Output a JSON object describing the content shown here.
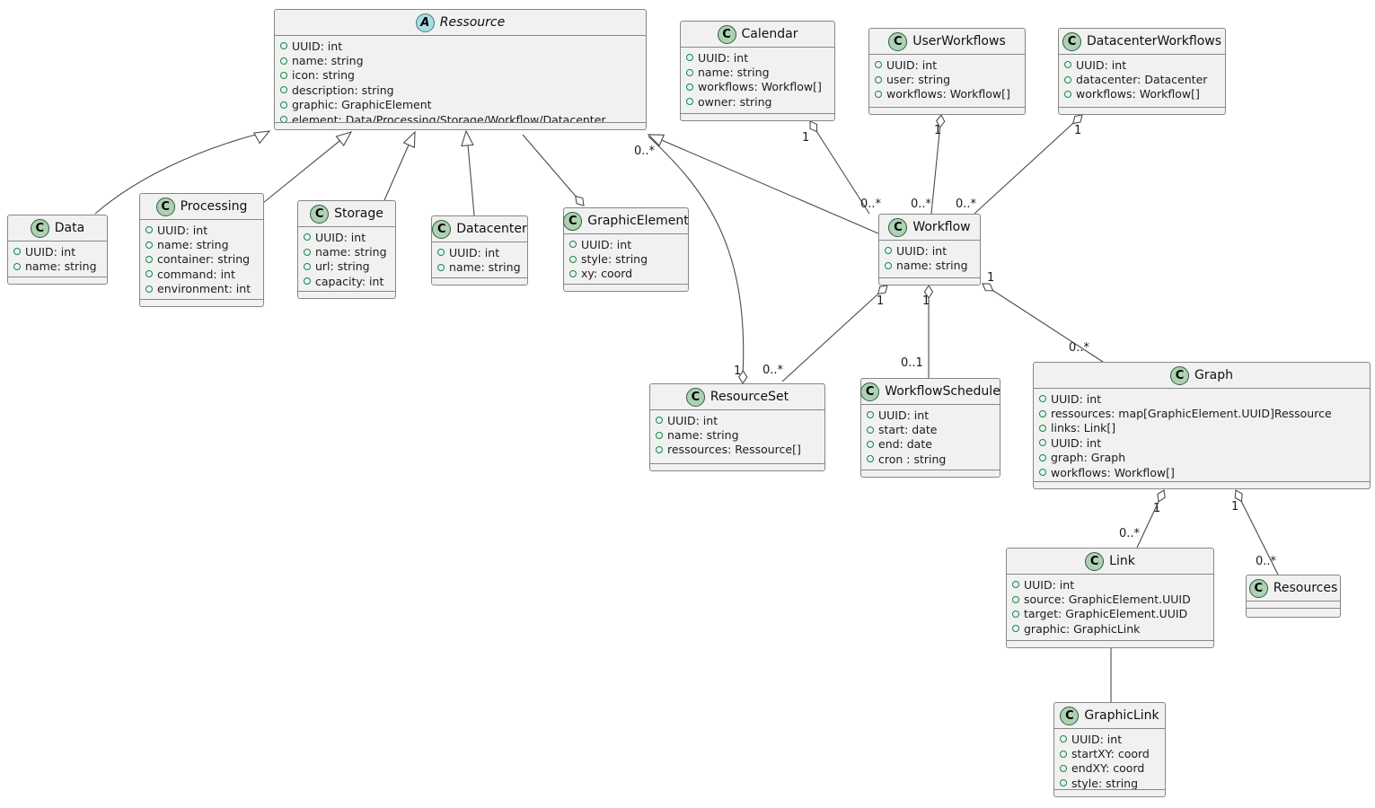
{
  "diagram_type": "uml-class-diagram",
  "colors": {
    "box_fill": "#F1F1F2",
    "box_border": "#878787",
    "class_icon_fill": "#ADD1B2",
    "abstract_icon_fill": "#A9DCDF",
    "bullet_green": "#0E8A44",
    "edge_color": "#4A4A4A"
  },
  "classes": [
    {
      "id": "ressource",
      "kind": "abstract",
      "icon": "A",
      "name": "Ressource",
      "attrs": [
        "UUID: int",
        "name: string",
        "icon: string",
        "description: string",
        "graphic: GraphicElement",
        "element: Data/Processing/Storage/Workflow/Datacenter"
      ]
    },
    {
      "id": "calendar",
      "kind": "class",
      "icon": "C",
      "name": "Calendar",
      "attrs": [
        "UUID: int",
        "name: string",
        "workflows: Workflow[]",
        "owner: string"
      ]
    },
    {
      "id": "userworkflows",
      "kind": "class",
      "icon": "C",
      "name": "UserWorkflows",
      "attrs": [
        "UUID: int",
        "user: string",
        "workflows: Workflow[]"
      ]
    },
    {
      "id": "datacenterworkflows",
      "kind": "class",
      "icon": "C",
      "name": "DatacenterWorkflows",
      "attrs": [
        "UUID: int",
        "datacenter: Datacenter",
        "workflows: Workflow[]"
      ]
    },
    {
      "id": "data",
      "kind": "class",
      "icon": "C",
      "name": "Data",
      "attrs": [
        "UUID: int",
        "name: string"
      ]
    },
    {
      "id": "processing",
      "kind": "class",
      "icon": "C",
      "name": "Processing",
      "attrs": [
        "UUID: int",
        "name: string",
        "container: string",
        "command: int",
        "environment: int"
      ]
    },
    {
      "id": "storage",
      "kind": "class",
      "icon": "C",
      "name": "Storage",
      "attrs": [
        "UUID: int",
        "name: string",
        "url: string",
        "capacity: int"
      ]
    },
    {
      "id": "datacenter",
      "kind": "class",
      "icon": "C",
      "name": "Datacenter",
      "attrs": [
        "UUID: int",
        "name: string"
      ]
    },
    {
      "id": "graphicelement",
      "kind": "class",
      "icon": "C",
      "name": "GraphicElement",
      "attrs": [
        "UUID: int",
        "style: string",
        "xy: coord"
      ]
    },
    {
      "id": "workflow",
      "kind": "class",
      "icon": "C",
      "name": "Workflow",
      "attrs": [
        "UUID: int",
        "name: string"
      ]
    },
    {
      "id": "resourceset",
      "kind": "class",
      "icon": "C",
      "name": "ResourceSet",
      "attrs": [
        "UUID: int",
        "name: string",
        "ressources: Ressource[]"
      ]
    },
    {
      "id": "workflowschedule",
      "kind": "class",
      "icon": "C",
      "name": "WorkflowSchedule",
      "attrs": [
        "UUID: int",
        "start: date",
        "end: date",
        "cron : string"
      ]
    },
    {
      "id": "graph",
      "kind": "class",
      "icon": "C",
      "name": "Graph",
      "attrs": [
        "UUID: int",
        "ressources: map[GraphicElement.UUID]Ressource",
        "links: Link[]",
        "UUID: int",
        "graph: Graph",
        "workflows: Workflow[]"
      ]
    },
    {
      "id": "link",
      "kind": "class",
      "icon": "C",
      "name": "Link",
      "attrs": [
        "UUID: int",
        "source: GraphicElement.UUID",
        "target: GraphicElement.UUID",
        "graphic: GraphicLink"
      ]
    },
    {
      "id": "resources",
      "kind": "class",
      "icon": "C",
      "name": "Resources",
      "attrs": []
    },
    {
      "id": "graphiclink",
      "kind": "class",
      "icon": "C",
      "name": "GraphicLink",
      "attrs": [
        "UUID: int",
        "startXY: coord",
        "endXY: coord",
        "style: string"
      ]
    }
  ],
  "edges": [
    {
      "from": "Data",
      "to": "Ressource",
      "type": "generalization",
      "source_label": "",
      "target_label": ""
    },
    {
      "from": "Processing",
      "to": "Ressource",
      "type": "generalization",
      "source_label": "",
      "target_label": ""
    },
    {
      "from": "Storage",
      "to": "Ressource",
      "type": "generalization",
      "source_label": "",
      "target_label": ""
    },
    {
      "from": "Datacenter",
      "to": "Ressource",
      "type": "generalization",
      "source_label": "",
      "target_label": ""
    },
    {
      "from": "Workflow",
      "to": "Ressource",
      "type": "generalization",
      "source_label": "",
      "target_label": ""
    },
    {
      "from": "Ressource",
      "to": "GraphicElement",
      "type": "aggregation",
      "source_label": "",
      "target_label": ""
    },
    {
      "from": "Calendar",
      "to": "Workflow",
      "type": "aggregation",
      "source_label": "1",
      "target_label": "0..*"
    },
    {
      "from": "UserWorkflows",
      "to": "Workflow",
      "type": "aggregation",
      "source_label": "1",
      "target_label": "0..*"
    },
    {
      "from": "DatacenterWorkflows",
      "to": "Workflow",
      "type": "aggregation",
      "source_label": "1",
      "target_label": "0..*"
    },
    {
      "from": "ResourceSet",
      "to": "Ressource",
      "type": "aggregation",
      "source_label": "1",
      "target_label": "0..*"
    },
    {
      "from": "Workflow",
      "to": "ResourceSet",
      "type": "aggregation",
      "source_label": "1",
      "target_label": "0..*"
    },
    {
      "from": "Workflow",
      "to": "WorkflowSchedule",
      "type": "aggregation",
      "source_label": "1",
      "target_label": "0..1"
    },
    {
      "from": "Workflow",
      "to": "Graph",
      "type": "aggregation",
      "source_label": "1",
      "target_label": "0..*"
    },
    {
      "from": "Graph",
      "to": "Link",
      "type": "aggregation",
      "source_label": "1",
      "target_label": "0..*"
    },
    {
      "from": "Graph",
      "to": "Resources",
      "type": "aggregation",
      "source_label": "1",
      "target_label": "0..*"
    },
    {
      "from": "Link",
      "to": "GraphicLink",
      "type": "association",
      "source_label": "",
      "target_label": ""
    }
  ]
}
